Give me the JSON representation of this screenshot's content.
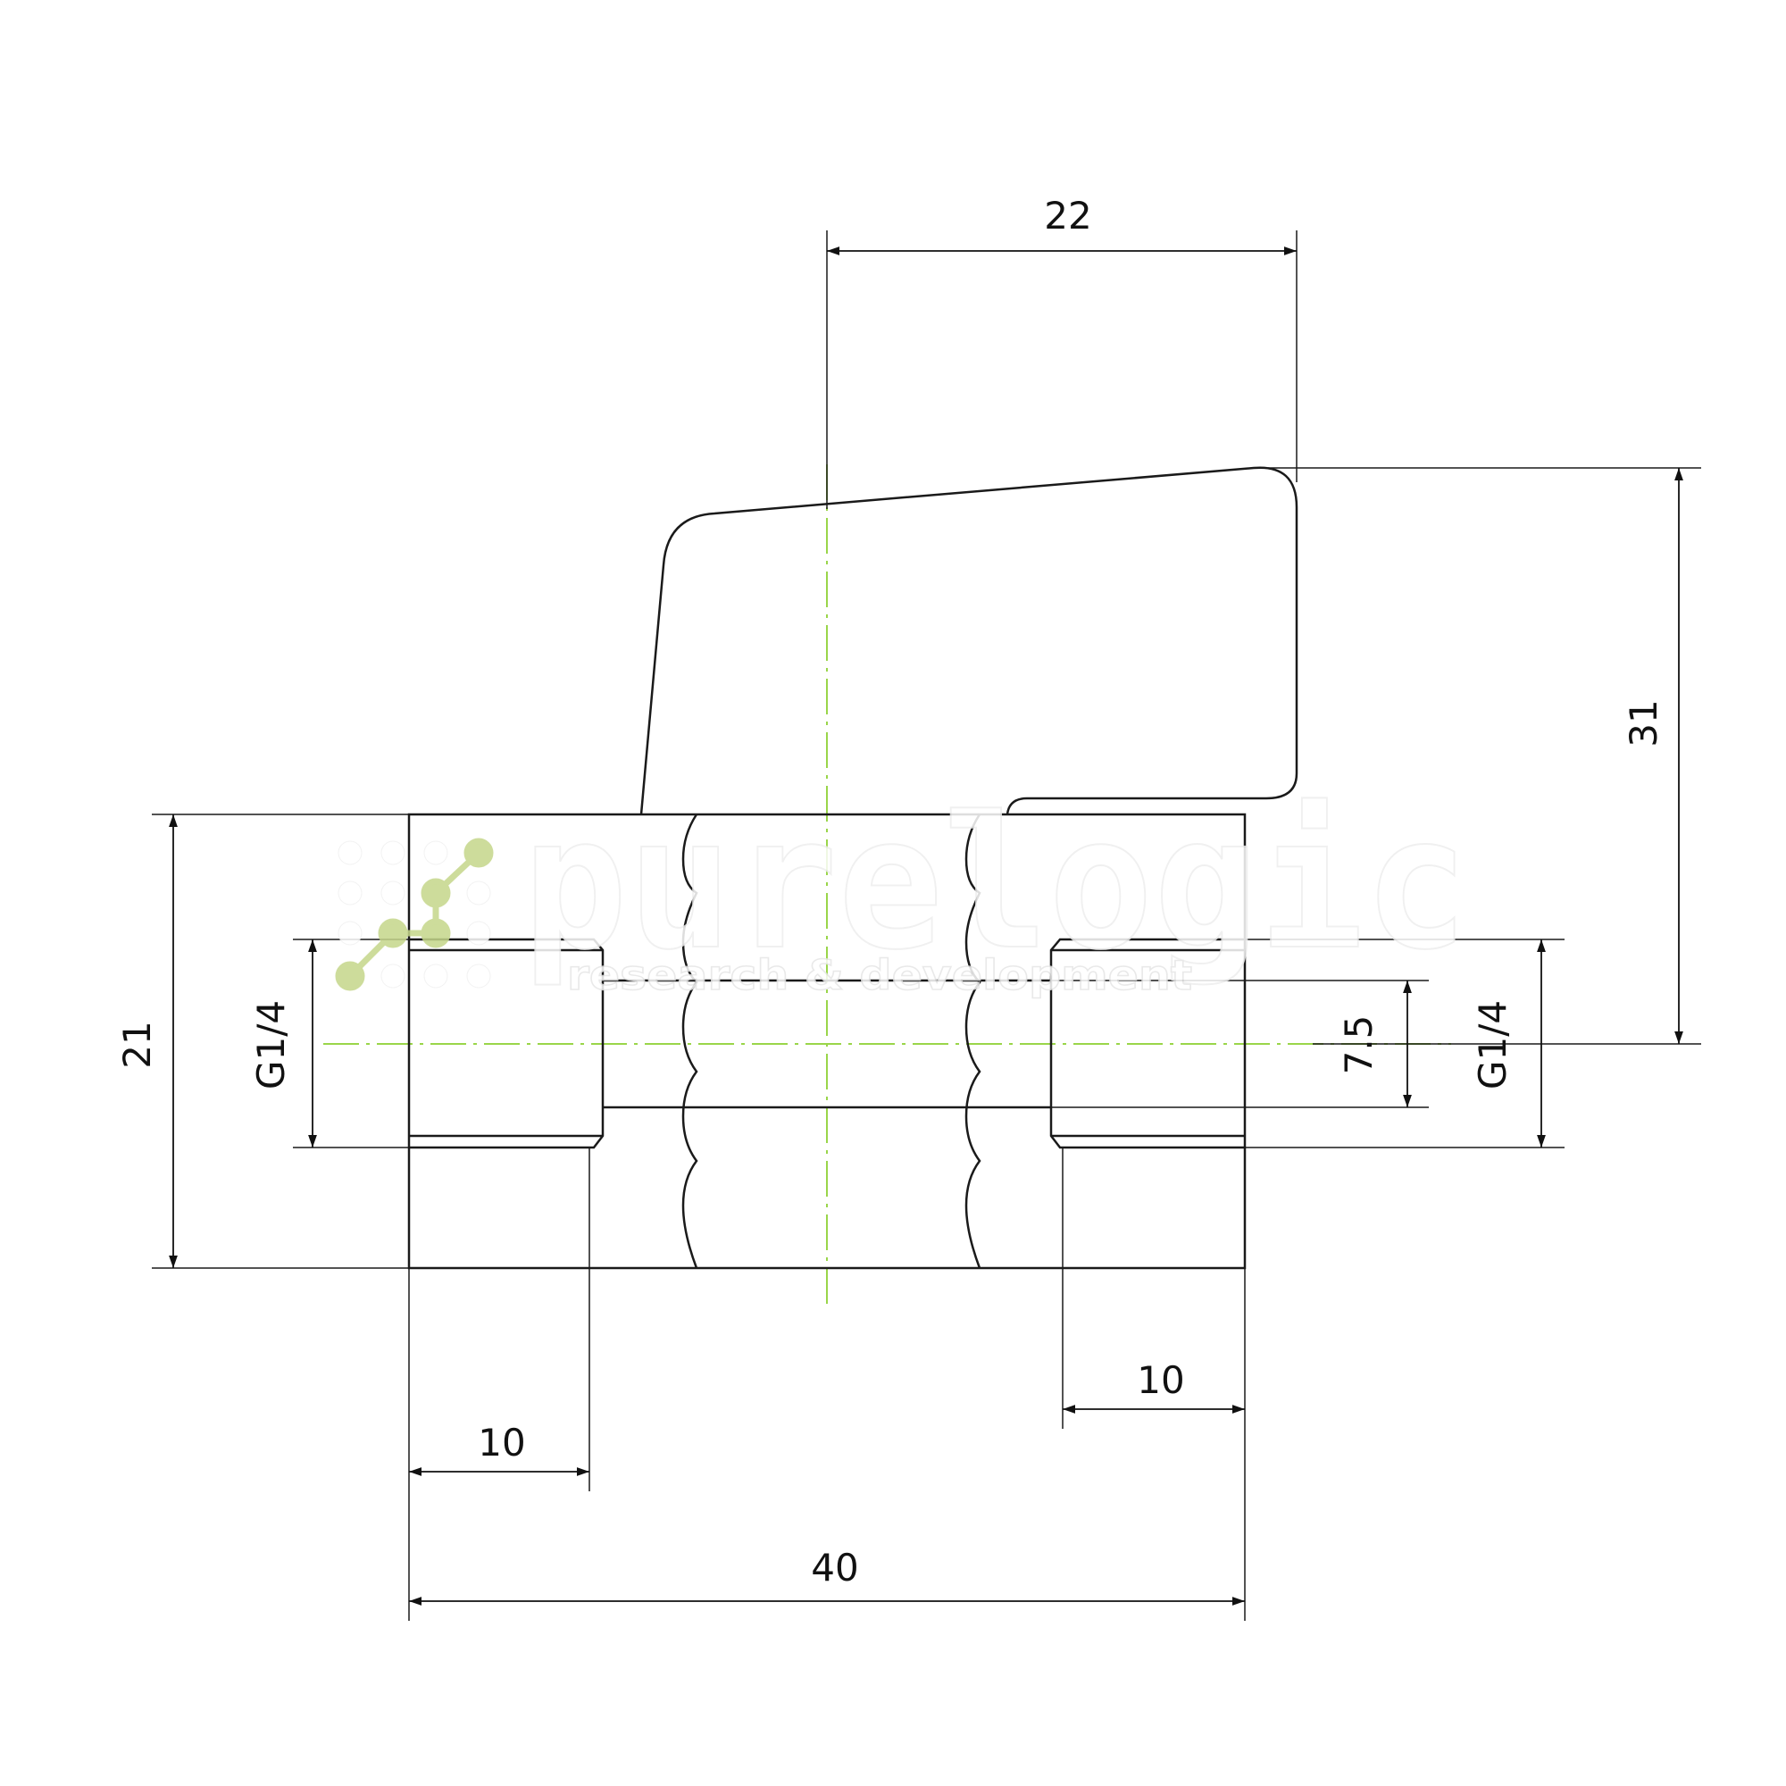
{
  "drawing": {
    "title": "Ball valve technical drawing",
    "colors": {
      "line": "#1a1a1a",
      "centerline": "#9ad54a",
      "watermark_logo": "#c5d68a",
      "background": "#ffffff"
    },
    "dimensions": {
      "handle_offset": "22",
      "handle_height": "31",
      "body_height": "21",
      "thread_left": "G1/4",
      "thread_right": "G1/4",
      "bore": "7.5",
      "thread_len_left": "10",
      "thread_len_right": "10",
      "overall_length": "40"
    },
    "watermark": {
      "brand": "purelogic",
      "tagline": "research & development"
    }
  }
}
